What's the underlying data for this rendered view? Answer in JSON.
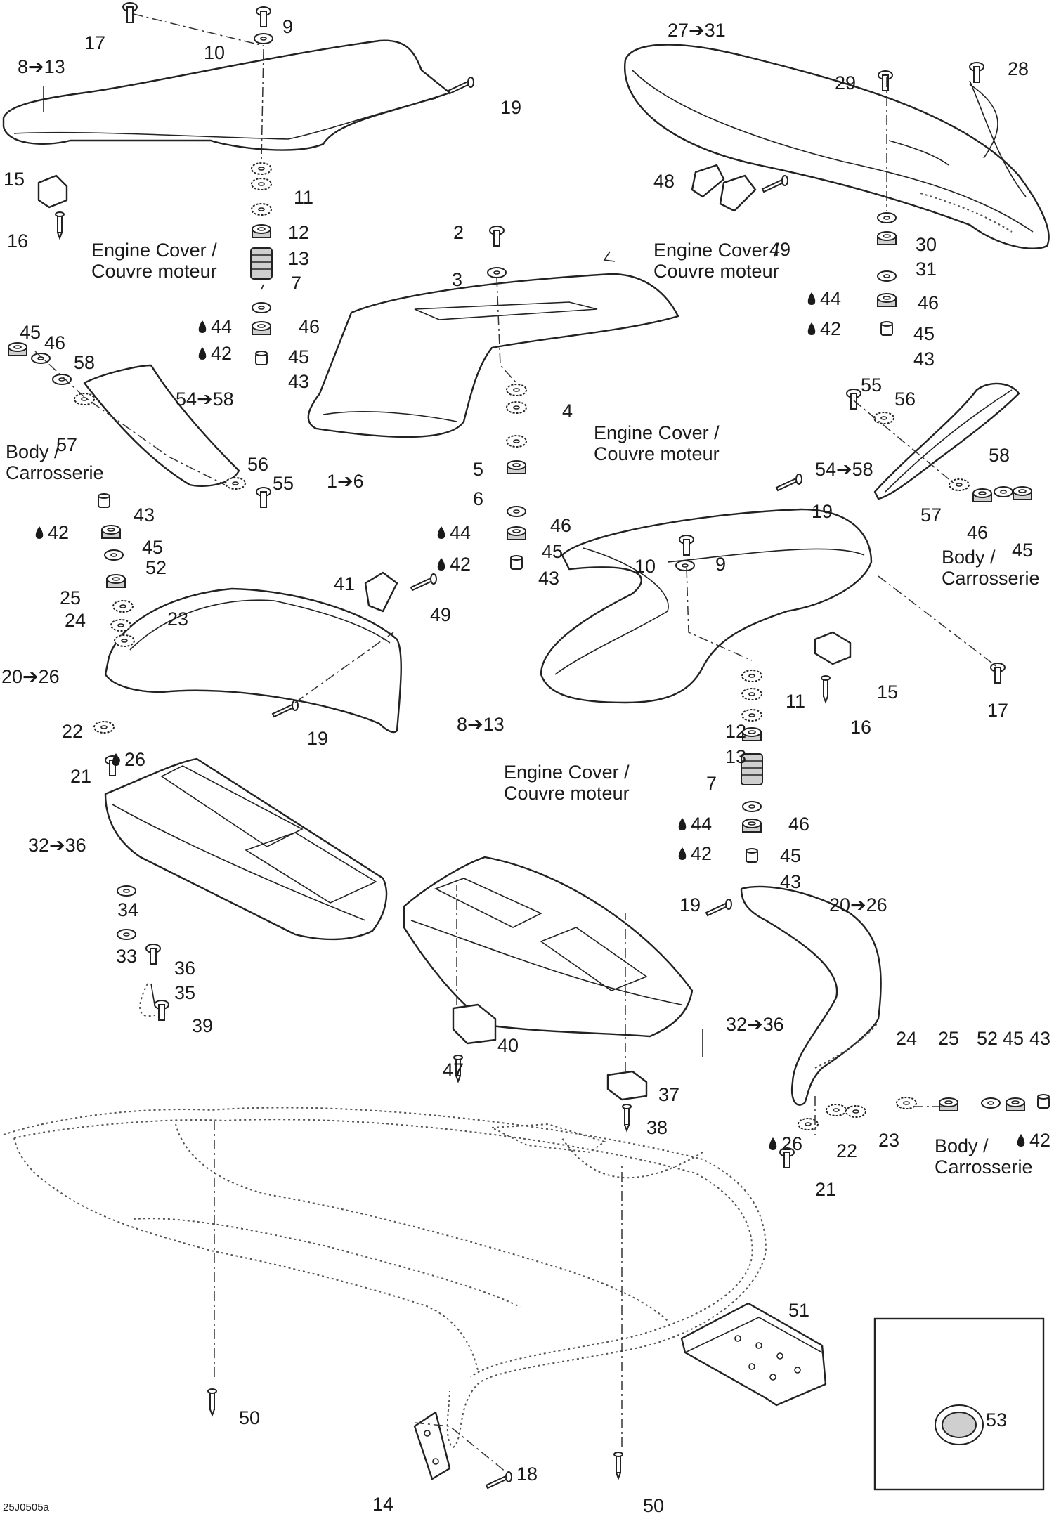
{
  "diagram": {
    "caption": "25J0505a",
    "arrow_glyph": "➔",
    "drop_glyph": "💧",
    "callouts": [
      {
        "id": "c17a",
        "text": "17"
      },
      {
        "id": "c9a",
        "text": "9"
      },
      {
        "id": "c10a",
        "text": "10"
      },
      {
        "id": "c8-13a",
        "text": "8➔13"
      },
      {
        "id": "c19a",
        "text": "19"
      },
      {
        "id": "c15a",
        "text": "15"
      },
      {
        "id": "c11a",
        "text": "11"
      },
      {
        "id": "c16a",
        "text": "16"
      },
      {
        "id": "c12a",
        "text": "12"
      },
      {
        "id": "c13a",
        "text": "13"
      },
      {
        "id": "c7a",
        "text": "7"
      },
      {
        "id": "c44a",
        "text": "44"
      },
      {
        "id": "c46a",
        "text": "46"
      },
      {
        "id": "c42a",
        "text": "42"
      },
      {
        "id": "c45a",
        "text": "45"
      },
      {
        "id": "c43a",
        "text": "43"
      },
      {
        "id": "c27-31",
        "text": "27➔31"
      },
      {
        "id": "c28",
        "text": "28"
      },
      {
        "id": "c29",
        "text": "29"
      },
      {
        "id": "c48",
        "text": "48"
      },
      {
        "id": "c49a",
        "text": "49"
      },
      {
        "id": "c30",
        "text": "30"
      },
      {
        "id": "c31",
        "text": "31"
      },
      {
        "id": "c44b",
        "text": "44"
      },
      {
        "id": "c46b",
        "text": "46"
      },
      {
        "id": "c42b",
        "text": "42"
      },
      {
        "id": "c45b",
        "text": "45"
      },
      {
        "id": "c43b",
        "text": "43"
      },
      {
        "id": "c2",
        "text": "2"
      },
      {
        "id": "c3",
        "text": "3"
      },
      {
        "id": "c4",
        "text": "4"
      },
      {
        "id": "c5",
        "text": "5"
      },
      {
        "id": "c6",
        "text": "6"
      },
      {
        "id": "c1-6",
        "text": "1➔6"
      },
      {
        "id": "c46c",
        "text": "46"
      },
      {
        "id": "c44c",
        "text": "44"
      },
      {
        "id": "c45c",
        "text": "45"
      },
      {
        "id": "c42c",
        "text": "42"
      },
      {
        "id": "c43c",
        "text": "43"
      },
      {
        "id": "c45d",
        "text": "45"
      },
      {
        "id": "c46d",
        "text": "46"
      },
      {
        "id": "c58a",
        "text": "58"
      },
      {
        "id": "c54-58a",
        "text": "54➔58"
      },
      {
        "id": "c57a",
        "text": "57"
      },
      {
        "id": "c56a",
        "text": "56"
      },
      {
        "id": "c55a",
        "text": "55"
      },
      {
        "id": "c43d",
        "text": "43"
      },
      {
        "id": "c42d",
        "text": "42"
      },
      {
        "id": "c45e",
        "text": "45"
      },
      {
        "id": "c52a",
        "text": "52"
      },
      {
        "id": "c25a",
        "text": "25"
      },
      {
        "id": "c24a",
        "text": "24"
      },
      {
        "id": "c23a",
        "text": "23"
      },
      {
        "id": "c41",
        "text": "41"
      },
      {
        "id": "c49b",
        "text": "49"
      },
      {
        "id": "c20-26a",
        "text": "20➔26"
      },
      {
        "id": "c22a",
        "text": "22"
      },
      {
        "id": "c19b",
        "text": "19"
      },
      {
        "id": "c21a",
        "text": "21"
      },
      {
        "id": "c26a",
        "text": "26"
      },
      {
        "id": "c55b",
        "text": "55"
      },
      {
        "id": "c56b",
        "text": "56"
      },
      {
        "id": "c54-58b",
        "text": "54➔58"
      },
      {
        "id": "c58b",
        "text": "58"
      },
      {
        "id": "c57b",
        "text": "57"
      },
      {
        "id": "c46e",
        "text": "46"
      },
      {
        "id": "c45f",
        "text": "45"
      },
      {
        "id": "c19c",
        "text": "19"
      },
      {
        "id": "c9b",
        "text": "9"
      },
      {
        "id": "c10b",
        "text": "10"
      },
      {
        "id": "c15b",
        "text": "15"
      },
      {
        "id": "c17b",
        "text": "17"
      },
      {
        "id": "c8-13b",
        "text": "8➔13"
      },
      {
        "id": "c11b",
        "text": "11"
      },
      {
        "id": "c16b",
        "text": "16"
      },
      {
        "id": "c12b",
        "text": "12"
      },
      {
        "id": "c13b",
        "text": "13"
      },
      {
        "id": "c7b",
        "text": "7"
      },
      {
        "id": "c44d",
        "text": "44"
      },
      {
        "id": "c46f",
        "text": "46"
      },
      {
        "id": "c42e",
        "text": "42"
      },
      {
        "id": "c45g",
        "text": "45"
      },
      {
        "id": "c43e",
        "text": "43"
      },
      {
        "id": "c32-36a",
        "text": "32➔36"
      },
      {
        "id": "c34",
        "text": "34"
      },
      {
        "id": "c33",
        "text": "33"
      },
      {
        "id": "c36",
        "text": "36"
      },
      {
        "id": "c35",
        "text": "35"
      },
      {
        "id": "c39",
        "text": "39"
      },
      {
        "id": "c32-36b",
        "text": "32➔36"
      },
      {
        "id": "c40",
        "text": "40"
      },
      {
        "id": "c47",
        "text": "47"
      },
      {
        "id": "c37",
        "text": "37"
      },
      {
        "id": "c38",
        "text": "38"
      },
      {
        "id": "c19d",
        "text": "19"
      },
      {
        "id": "c20-26b",
        "text": "20➔26"
      },
      {
        "id": "c24b",
        "text": "24"
      },
      {
        "id": "c25b",
        "text": "25"
      },
      {
        "id": "c52b",
        "text": "52"
      },
      {
        "id": "c45h",
        "text": "45"
      },
      {
        "id": "c43f",
        "text": "43"
      },
      {
        "id": "c23b",
        "text": "23"
      },
      {
        "id": "c42f",
        "text": "42"
      },
      {
        "id": "c26b",
        "text": "26"
      },
      {
        "id": "c22b",
        "text": "22"
      },
      {
        "id": "c21b",
        "text": "21"
      },
      {
        "id": "c51",
        "text": "51"
      },
      {
        "id": "c53",
        "text": "53"
      },
      {
        "id": "c50a",
        "text": "50"
      },
      {
        "id": "c18",
        "text": "18"
      },
      {
        "id": "c14",
        "text": "14"
      },
      {
        "id": "c50b",
        "text": "50"
      }
    ],
    "notes": [
      {
        "id": "n1",
        "line1": "Engine Cover /",
        "line2": "Couvre moteur"
      },
      {
        "id": "n2",
        "line1": "Engine Cover /",
        "line2": "Couvre moteur"
      },
      {
        "id": "n3",
        "line1": "Engine Cover /",
        "line2": "Couvre moteur"
      },
      {
        "id": "n4",
        "line1": "Engine Cover /",
        "line2": "Couvre moteur"
      },
      {
        "id": "n5",
        "line1": "Body /",
        "line2": "Carrosserie"
      },
      {
        "id": "n6",
        "line1": "Body /",
        "line2": "Carrosserie"
      },
      {
        "id": "n7",
        "line1": "Body /",
        "line2": "Carrosserie"
      }
    ]
  }
}
